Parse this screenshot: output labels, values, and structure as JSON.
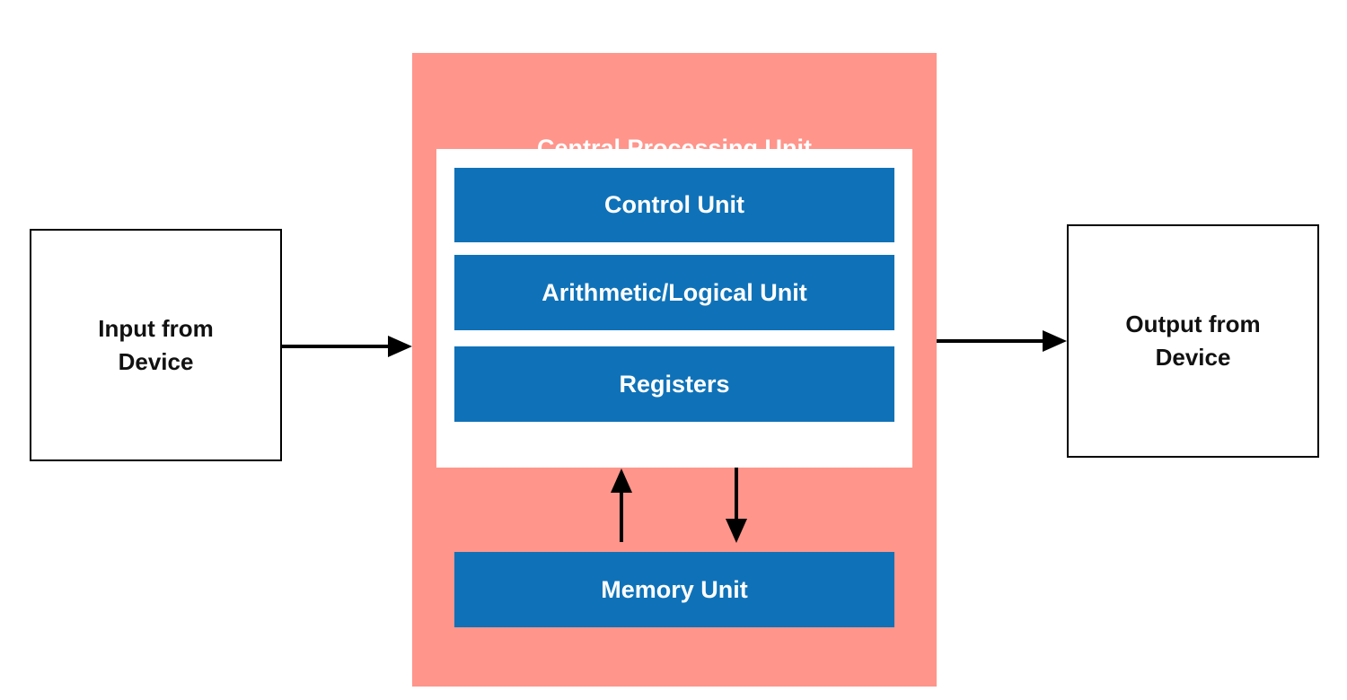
{
  "colors": {
    "cpu_background": "#ff958b",
    "unit_fill": "#0f72b8",
    "inner_panel": "#ffffff",
    "arrow": "#000000",
    "device_border": "#000000"
  },
  "input_device": {
    "label": "Input from\nDevice"
  },
  "output_device": {
    "label": "Output from\nDevice"
  },
  "cpu": {
    "title": "Central Processing Unit",
    "units": {
      "control": "Control Unit",
      "alu": "Arithmetic/Logical Unit",
      "registers": "Registers"
    },
    "memory": "Memory Unit"
  }
}
